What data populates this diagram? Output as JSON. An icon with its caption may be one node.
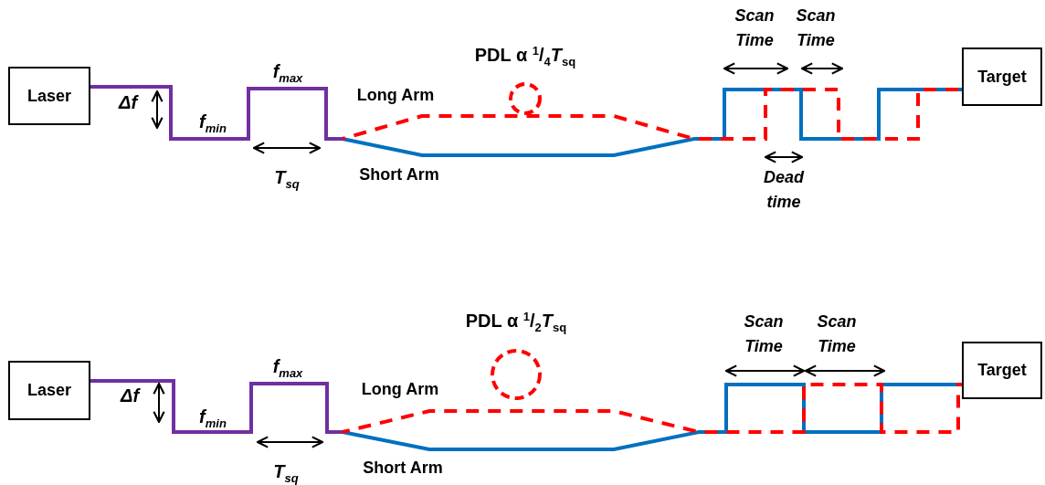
{
  "diagram": {
    "nodes": [
      {
        "text": [
          "Laser"
        ]
      },
      {
        "text": [
          "Target"
        ]
      },
      {
        "text": [
          "Laser"
        ]
      },
      {
        "text": [
          "Target"
        ]
      }
    ],
    "edges": [
      {
        "from": 0,
        "to": 1,
        "arrow": "none",
        "color": "#0070c0"
      },
      {
        "from": 0,
        "to": 1,
        "arrow": "none",
        "style": "dashed",
        "color": "#ff0000"
      },
      {
        "from": 2,
        "to": 3,
        "arrow": "none",
        "color": "#0070c0"
      },
      {
        "from": 2,
        "to": 3,
        "arrow": "none",
        "style": "dashed",
        "color": "#ff0000"
      }
    ],
    "labels": [
      "PDL α $^{1}$/$_{4}$*T*$_{sq}$",
      "Scan Time",
      "Scan Time",
      "f$_{max}$",
      "Long Arm",
      "Δf",
      "f$_{min}$",
      "T$_{sq}$",
      "Short Arm",
      "Dead time",
      "PDL α $^{1}$/$_{2}$*T*$_{sq}$",
      "Scan Time",
      "Scan Time",
      "f$_{max}$",
      "Long Arm",
      "Δf",
      "f$_{min}$",
      "T$_{sq}$",
      "Short Arm"
    ]
  }
}
